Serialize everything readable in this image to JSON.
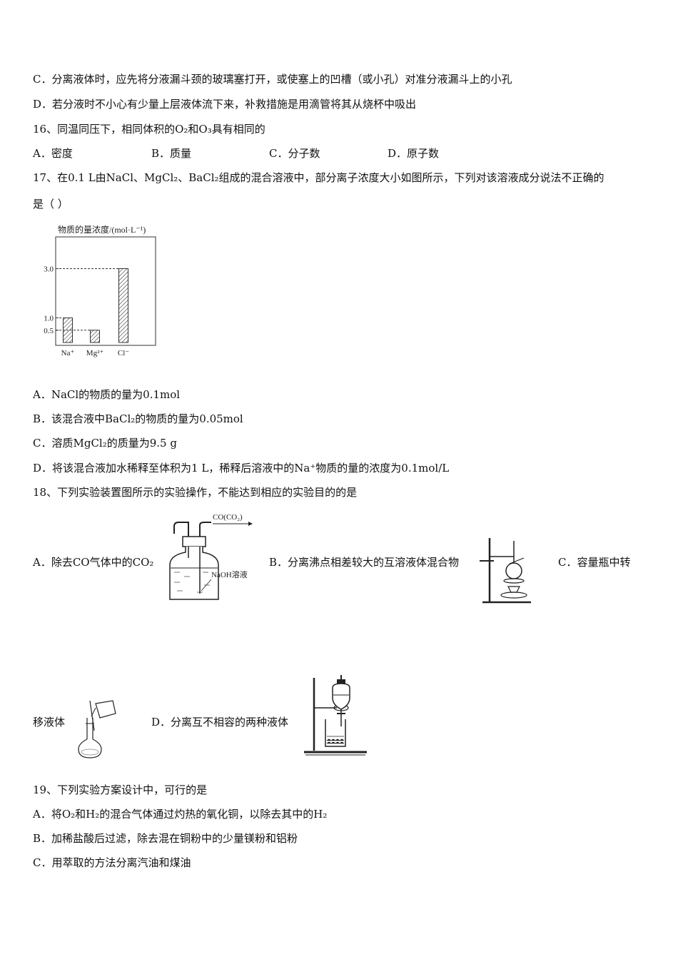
{
  "q15": {
    "optC": "C．分离液体时，应先将分液漏斗颈的玻璃塞打开，或使塞上的凹槽（或小孔）对准分液漏斗上的小孔",
    "optD": "D．若分液时不小心有少量上层液体流下来，补救措施是用滴管将其从烧杯中吸出"
  },
  "q16": {
    "stem": "16、同温同压下，相同体积的O₂和O₃具有相同的",
    "options": [
      "A．密度",
      "B．质量",
      "C．分子数",
      "D．原子数"
    ]
  },
  "q17": {
    "stem_line1": "17、在0.1 L由NaCl、MgCl₂、BaCl₂组成的混合溶液中，部分离子浓度大小如图所示，下列对该溶液成分说法不正确的",
    "stem_line2": "是（ ）",
    "options": [
      "A．NaCl的物质的量为0.1mol",
      "B．该混合液中BaCl₂的物质的量为0.05mol",
      "C．溶质MgCl₂的质量为9.5 g",
      "D．将该混合液加水稀释至体积为1 L，稀释后溶液中的Na⁺物质的量的浓度为0.1mol/L"
    ]
  },
  "chart_data": {
    "type": "bar",
    "title": "物质的量浓度/(mol·L⁻¹)",
    "categories": [
      "Na⁺",
      "Mg²⁺",
      "Cl⁻"
    ],
    "values": [
      1.0,
      0.5,
      3.0
    ],
    "ytick_labels": [
      "0.5",
      "1.0",
      "3.0"
    ],
    "yticks": [
      0.5,
      1.0,
      3.0
    ],
    "ylim": [
      0,
      4.0
    ],
    "grid": false,
    "bar_fill": "hatched"
  },
  "q18": {
    "stem": "18、下列实验装置图所示的实验操作，不能达到相应的实验目的的是",
    "optA": "A．除去CO气体中的CO₂",
    "optB": "B．分离沸点相差较大的互溶液体混合物",
    "optC_part1": "C．容量瓶中转",
    "optC_part2": "移液体",
    "optD": "D．分离互不相容的两种液体",
    "figA_label_gas": "CO(CO₂)",
    "figA_label_solution": "NaOH溶液"
  },
  "q19": {
    "stem": "19、下列实验方案设计中，可行的是",
    "options": [
      "A．将O₂和H₂的混合气体通过灼热的氧化铜，以除去其中的H₂",
      "B．加稀盐酸后过滤，除去混在铜粉中的少量镁粉和铝粉",
      "C．用萃取的方法分离汽油和煤油"
    ]
  }
}
